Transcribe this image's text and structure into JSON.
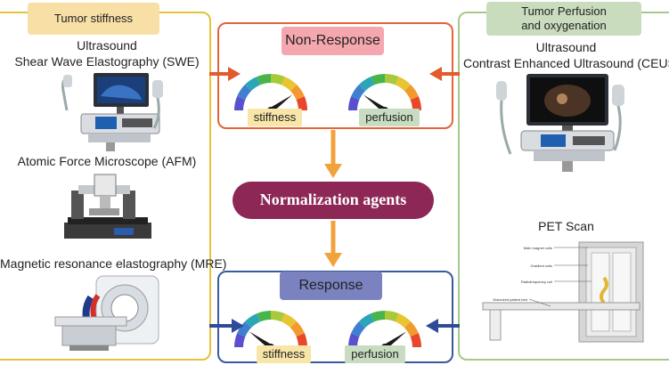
{
  "left_panel": {
    "header": "Tumor stiffness",
    "swe_title_line1": "Ultrasound",
    "swe_title_line2": "Shear Wave Elastography (SWE)",
    "afm_title": "Atomic Force Microscope (AFM)",
    "mre_title": "Magnetic resonance elastography (MRE)"
  },
  "right_panel": {
    "header_line1": "Tumor Perfusion",
    "header_line2": "and oxygenation",
    "ceus_title_line1": "Ultrasound",
    "ceus_title_line2": "Contrast Enhanced Ultrasound (CEUS)",
    "pet_title": "PET Scan",
    "pet_labels": {
      "magnet": "Main magnet coils",
      "gradient": "Gradient coils",
      "rf": "Radiofrequency coil",
      "table": "Motorized patient bed"
    }
  },
  "top_box": {
    "title": "Non-Response",
    "gauge_left_label": "stiffness",
    "gauge_right_label": "perfusion",
    "gauge_left_level": 0.8,
    "gauge_right_level": 0.2
  },
  "middle": {
    "title": "Normalization agents"
  },
  "bottom_box": {
    "title": "Response",
    "gauge_left_label": "stiffness",
    "gauge_right_label": "perfusion",
    "gauge_left_level": 0.2,
    "gauge_right_level": 0.8
  },
  "colors": {
    "left_border": "#e6c23a",
    "left_header_bg": "#f8dfa6",
    "right_border": "#a6c98a",
    "right_header_bg": "#c9dcbe",
    "top_border": "#e3643a",
    "top_title_bg": "#f4a7ae",
    "bottom_border": "#3a5aa0",
    "bottom_title_bg": "#7a83c0",
    "middle_bg": "#8d2756",
    "arrow_orange": "#f2a23a",
    "arrow_top": "#e35a2c",
    "arrow_bottom": "#2f4a99",
    "stiffness_bg": "#f8e6a8",
    "perfusion_bg": "#c7dcc0"
  }
}
